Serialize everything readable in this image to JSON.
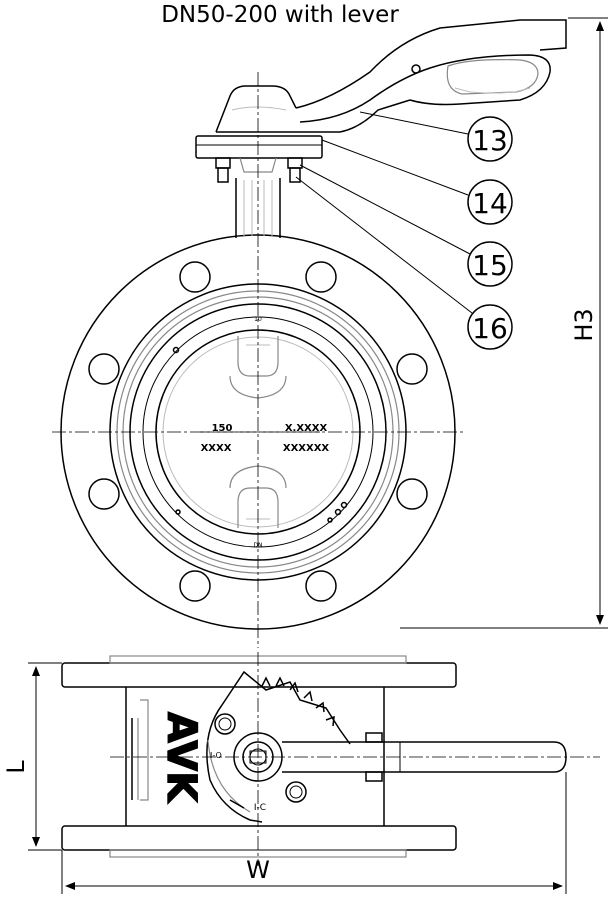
{
  "title": "DN50-200 with lever",
  "part_numbers": [
    "13",
    "14",
    "15",
    "16"
  ],
  "dimensions": {
    "height": "H3",
    "length": "L",
    "width": "W"
  },
  "disc_markings": {
    "size": "150",
    "code_left": "XXXX",
    "code_right_top": "X.XXXX",
    "code_right_bottom": "XXXXXX"
  },
  "logo_text": "AVK"
}
